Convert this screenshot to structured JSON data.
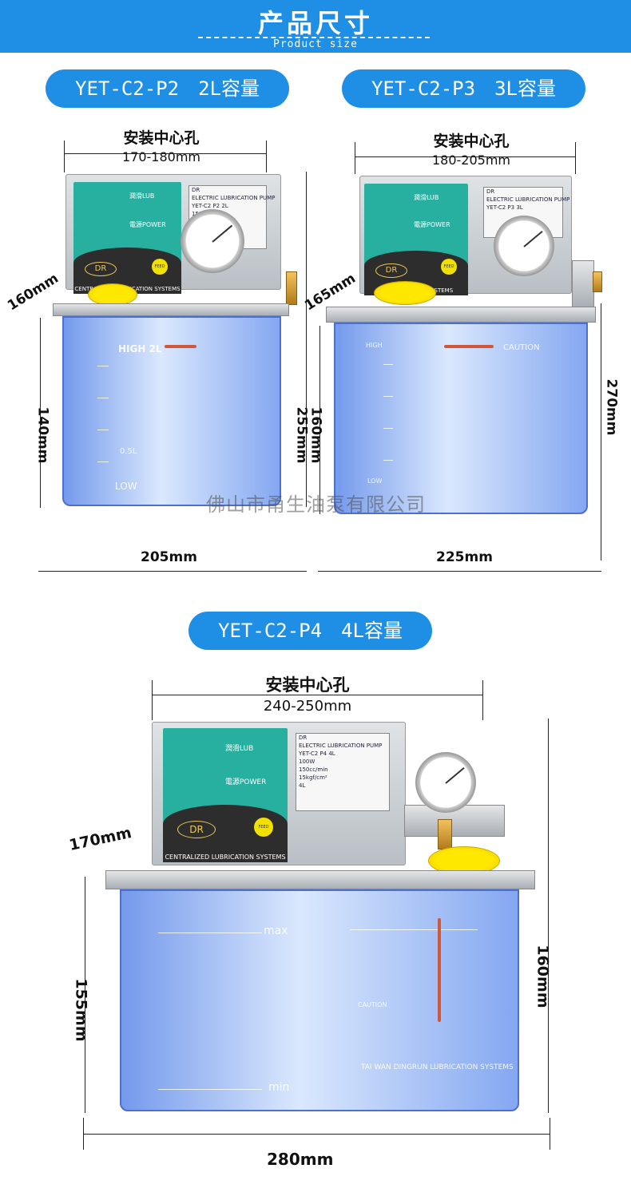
{
  "header": {
    "title": "产品尺寸",
    "subtitle": "Product size"
  },
  "products": [
    {
      "model": "YET-C2-P2",
      "capacity": "2L容量",
      "mount_label": "安装中心孔",
      "mount_range": "170-180mm",
      "depth": "160mm",
      "tank_height": "140mm",
      "total_height": "255mm",
      "width": "205mm",
      "tank_marks": {
        "high": "HIGH 2L",
        "low": "LOW",
        "mid": "0.5L"
      },
      "panel": {
        "lub": "潤滑LUB",
        "power": "電源POWER",
        "logo": "DR",
        "feed": "FEED",
        "footer": "CENTRALIZED LUBRICATION SYSTEMS"
      },
      "nameplate": {
        "brand": "DR",
        "title": "ELECTRIC LUBRICATION PUMP",
        "model_row": "YET-C2 P2   2L",
        "flow_row": "150cc/min",
        "cap_row": "2L"
      }
    },
    {
      "model": "YET-C2-P3",
      "capacity": "3L容量",
      "mount_label": "安装中心孔",
      "mount_range": "180-205mm",
      "depth": "165mm",
      "tank_height": "160mm",
      "total_height": "270mm",
      "width": "225mm",
      "tank_marks": {
        "high": "HIGH",
        "low": "LOW",
        "caution": "CAUTION"
      },
      "panel": {
        "lub": "潤滑LUB",
        "power": "電源POWER",
        "logo": "DR",
        "feed": "FEED",
        "footer": "SYSTEMS"
      },
      "nameplate": {
        "brand": "DR",
        "title": "ELECTRIC LUBRICATION PUMP",
        "model_row": "YET-C2 P3   3L"
      }
    },
    {
      "model": "YET-C2-P4",
      "capacity": "4L容量",
      "mount_label": "安装中心孔",
      "mount_range": "240-250mm",
      "depth": "170mm",
      "tank_height": "155mm",
      "total_height": "160mm",
      "width": "280mm",
      "tank_marks": {
        "max": "max",
        "min": "min",
        "caution": "CAUTION",
        "footer": "TAI WAN DINGRUN LUBRICATION SYSTEMS"
      },
      "panel": {
        "lub": "潤滑LUB",
        "power": "電源POWER",
        "logo": "DR",
        "feed": "FEED",
        "footer": "CENTRALIZED LUBRICATION SYSTEMS"
      },
      "nameplate": {
        "brand": "DR",
        "title": "ELECTRIC LUBRICATION PUMP",
        "model_row": "YET-C2 P4   4L",
        "power_row": "100W",
        "flow_row": "150cc/min",
        "pressure_row": "15kgf/cm²",
        "cap_row": "4L"
      }
    }
  ],
  "watermark": "佛山市甬生油泵有限公司",
  "colors": {
    "banner": "#1f8fe6",
    "panel": "#27b0a0",
    "tank": "#5a86e6",
    "cap": "#ffe800"
  }
}
